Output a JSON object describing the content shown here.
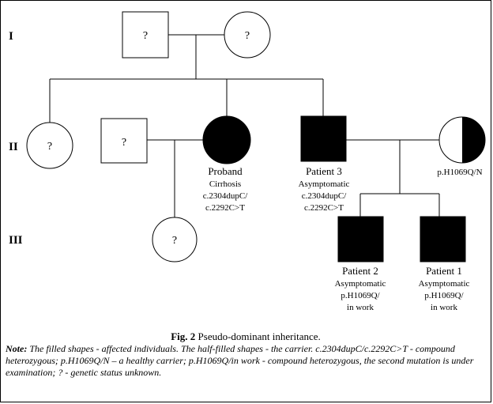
{
  "generations": [
    "I",
    "II",
    "III"
  ],
  "unknown_mark": "?",
  "proband": {
    "name": "Proband",
    "status": "Cirrhosis",
    "genotype_line1": "c.2304dupC/",
    "genotype_line2": "c.2292C>T"
  },
  "patient3": {
    "name": "Patient 3",
    "status": "Asymptomatic",
    "genotype_line1": "c.2304dupC/",
    "genotype_line2": "c.2292C>T"
  },
  "carrier": {
    "genotype": "p.H1069Q/N"
  },
  "patient2": {
    "name": "Patient 2",
    "status": "Asymptomatic",
    "genotype_line1": "p.H1069Q/",
    "genotype_line2": "in work"
  },
  "patient1": {
    "name": "Patient 1",
    "status": "Asymptomatic",
    "genotype_line1": "p.H1069Q/",
    "genotype_line2": "in work"
  },
  "caption": {
    "label": "Fig. 2",
    "text": " Pseudo-dominant inheritance."
  },
  "note": {
    "label": "Note:",
    "text": " The filled shapes - affected individuals. The half-filled shapes - the carrier. c.2304dupC/c.2292C>T - compound heterozygous; p.H1069Q/N – a healthy carrier; p.H1069Q/in work - compound heterozygous, the second mutation is under examination; ? - genetic status unknown."
  }
}
